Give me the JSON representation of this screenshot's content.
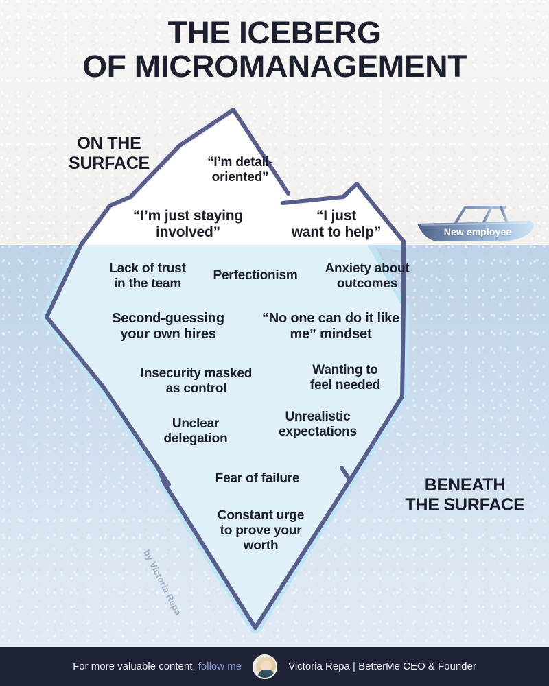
{
  "title": {
    "line1": "THE ICEBERG",
    "line2": "OF MICROMANAGEMENT"
  },
  "kickers": {
    "surface": "ON THE\nSURFACE",
    "beneath": "BENEATH\nTHE SURFACE"
  },
  "above_surface": [
    {
      "id": "detail",
      "text": "“I’m detail-\noriented”"
    },
    {
      "id": "involved",
      "text": "“I’m just staying\ninvolved”"
    },
    {
      "id": "help",
      "text": "“I just\nwant to help”"
    }
  ],
  "below_surface": [
    {
      "id": "trust",
      "text": "Lack of trust\nin the team"
    },
    {
      "id": "perfect",
      "text": "Perfectionism"
    },
    {
      "id": "anxiety",
      "text": "Anxiety about\noutcomes"
    },
    {
      "id": "second",
      "text": "Second-guessing\nyour own hires"
    },
    {
      "id": "noone",
      "text": "“No one can do it like\nme” mindset"
    },
    {
      "id": "insec",
      "text": "Insecurity masked\nas control"
    },
    {
      "id": "wanting",
      "text": "Wanting to\nfeel needed"
    },
    {
      "id": "unclear",
      "text": "Unclear\ndelegation"
    },
    {
      "id": "unreal",
      "text": "Unrealistic\nexpectations"
    },
    {
      "id": "fear",
      "text": "Fear of failure"
    },
    {
      "id": "constant",
      "text": "Constant urge\nto prove your\nworth"
    }
  ],
  "boat": {
    "label": "New employee",
    "icon": "speedboat-icon"
  },
  "watermark": "by Victoria Repa",
  "footer": {
    "cta_prefix": "For more valuable content, ",
    "cta_link": "follow me",
    "name": "Victoria Repa |  BetterMe CEO & Founder",
    "avatar_alt": "victoria-repa-avatar"
  },
  "colors": {
    "title": "#1c1f2e",
    "ice_stroke": "#585e8c",
    "ice_fill_above": "#ffffff",
    "ice_fill_below": "#dff0f8",
    "ice_inner_band": "#bfe4f5",
    "water_top": "#bed3e7",
    "water_bottom": "#e0eaf4",
    "paper": "#f4f3f1",
    "footer_bg": "#1d2235",
    "footer_accent": "#8b9ad8"
  }
}
